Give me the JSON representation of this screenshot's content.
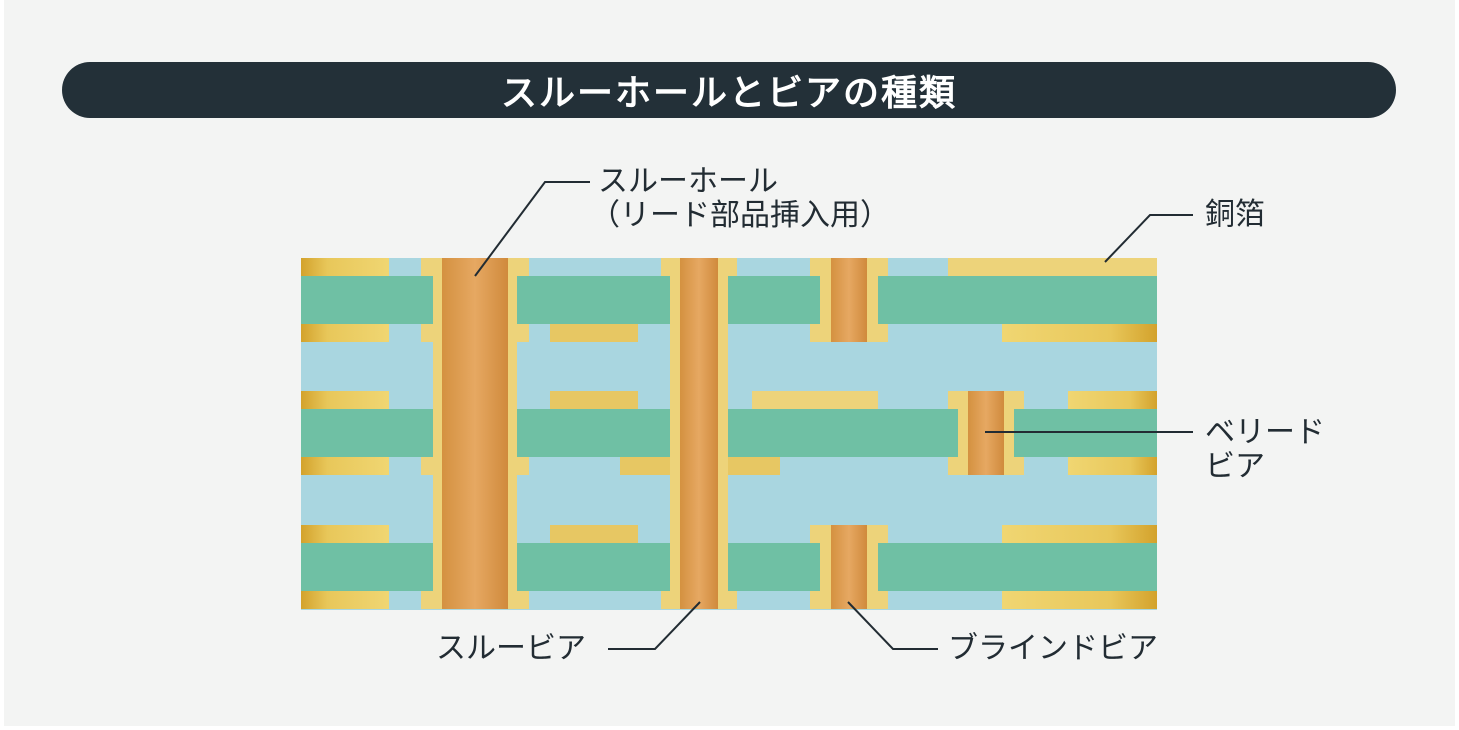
{
  "title": "スルーホールとビアの種類",
  "labels": {
    "through_hole_line1": "スルーホール",
    "through_hole_line2": "（リード部品挿入用）",
    "copper_foil": "銅箔",
    "buried_via_line1": "ベリード",
    "buried_via_line2": "ビア",
    "through_via": "スルービア",
    "blind_via": "ブラインドビア"
  },
  "colors": {
    "background": "#f3f4f3",
    "title_bar": "#233038",
    "title_text": "#ffffff",
    "prepreg": "#a9d6e0",
    "core": "#6fc0a4",
    "copper_pad": "#e7c763",
    "copper_pad_dark": "#d6a733",
    "plated_wall": "#edd37a",
    "via_fill": "#dc9c52",
    "leader_line": "#222c33"
  }
}
